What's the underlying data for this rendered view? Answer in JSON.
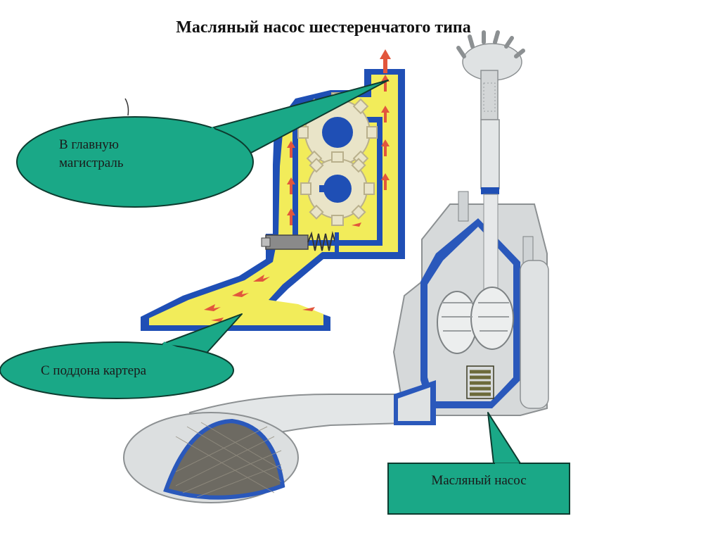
{
  "slide": {
    "title": "Масляный насос шестеренчатого типа"
  },
  "callouts": {
    "main_line": {
      "line1": "В главную",
      "line2": "магистраль"
    },
    "from_pan": {
      "label": "С поддона картера"
    },
    "oil_pump": {
      "label": "Масляный насос"
    }
  },
  "colors": {
    "callout_fill": "#1aa887",
    "callout_stroke": "#0d3b2f",
    "housing_blue": "#1f4fb5",
    "oil_yellow": "#f2ec5a",
    "flow_red": "#e2563c",
    "metal_grey": "#cfd3d5"
  }
}
